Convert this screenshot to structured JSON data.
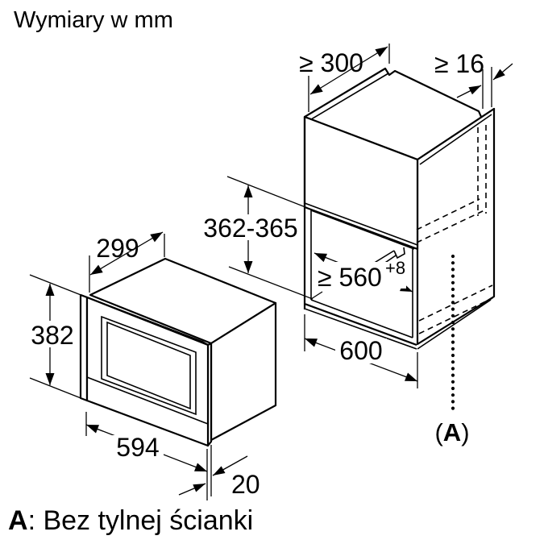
{
  "title": "Wymiary w mm",
  "colors": {
    "ink": "#000000",
    "background": "#ffffff"
  },
  "appliance_drawing": {
    "name": "built-in microwave oven",
    "dimensions": {
      "top_depth": "299",
      "front_height": "382",
      "front_width": "594",
      "door_thickness": "20"
    }
  },
  "cabinet_drawing": {
    "name": "cabinet niche",
    "dimensions": {
      "top_depth_min": "≥ 300",
      "side_panel_thickness_min": "≥ 16",
      "niche_height_range": "362-365",
      "inner_width_min": "≥ 560",
      "inner_width_tolerance": "+8",
      "outer_width": "600"
    },
    "marker": {
      "open": "(",
      "letter": "A",
      "close": ")"
    }
  },
  "footnote": {
    "marker": "A",
    "text": ": Bez tylnej ścianki"
  }
}
